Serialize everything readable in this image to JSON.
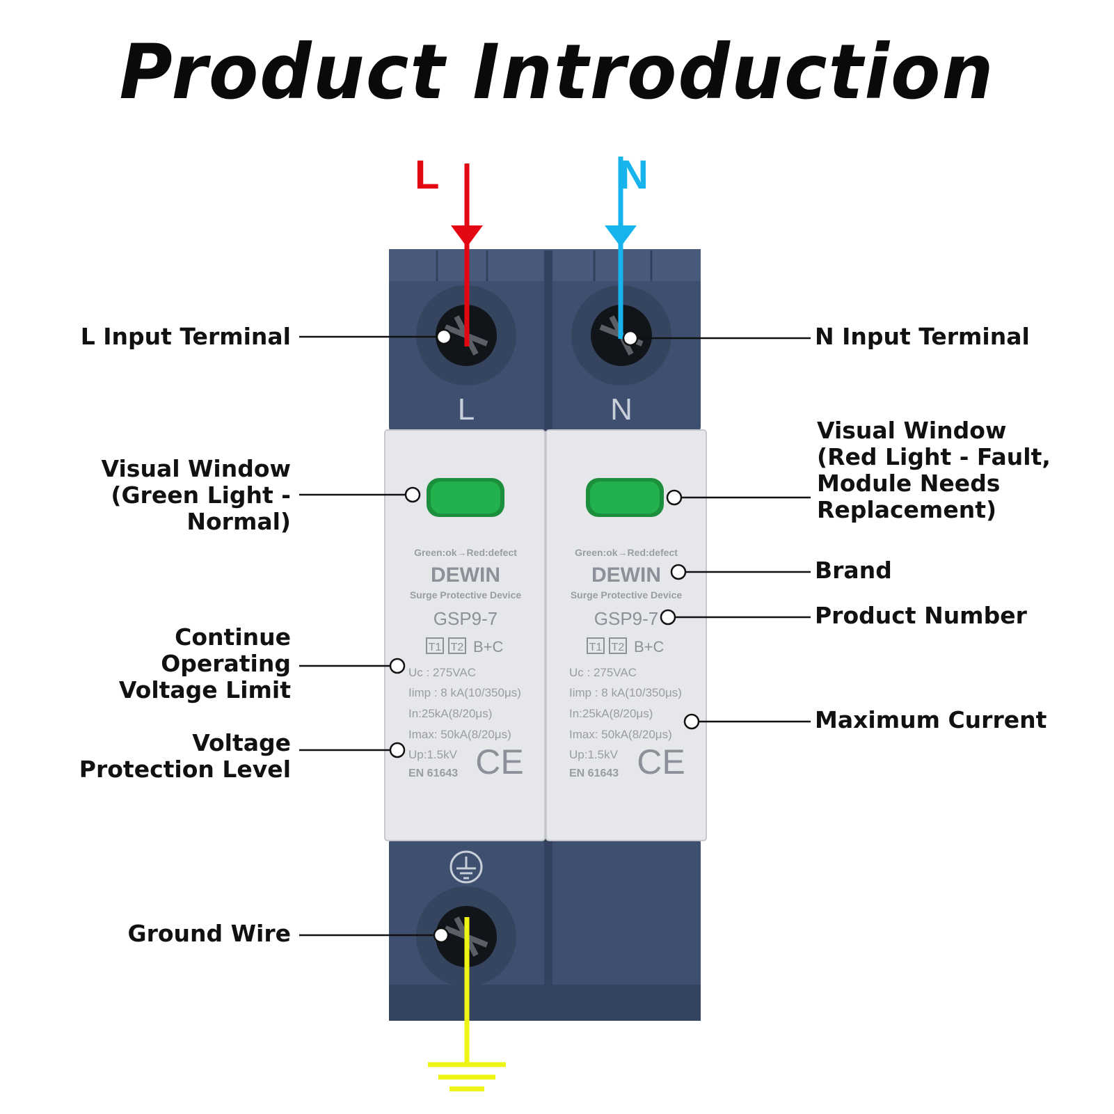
{
  "title": "Product Introduction",
  "phases": {
    "l": "L",
    "n": "N"
  },
  "colors": {
    "live": "#e30613",
    "neutral": "#17b3ec",
    "ground": "#eef514",
    "housing": "#3f4f6f",
    "module": "#e6e7ea",
    "indicator": "#22b14c"
  },
  "device": {
    "terminal_l": "L",
    "terminal_n": "N",
    "ground_icon": "ground-symbol-icon",
    "modules": [
      {
        "indicator_text": "Green:ok→Red:defect",
        "brand": "DEWIN",
        "subtitle": "Surge Protective Device",
        "model": "GSP9-7",
        "t1": "T1",
        "t2": "T2",
        "class": "B+C",
        "uc": "Uc : 275VAC",
        "iimp": "Iimp : 8 kA(10/350μs)",
        "in": "In:25kA(8/20μs)",
        "imax": "Imax: 50kA(8/20μs)",
        "up": "Up:1.5kV",
        "standard": "EN 61643",
        "ce": "CE"
      },
      {
        "indicator_text": "Green:ok→Red:defect",
        "brand": "DEWIN",
        "subtitle": "Surge Protective Device",
        "model": "GSP9-7",
        "t1": "T1",
        "t2": "T2",
        "class": "B+C",
        "uc": "Uc : 275VAC",
        "iimp": "Iimp : 8 kA(10/350μs)",
        "in": "In:25kA(8/20μs)",
        "imax": "Imax: 50kA(8/20μs)",
        "up": "Up:1.5kV",
        "standard": "EN 61643",
        "ce": "CE"
      }
    ]
  },
  "callouts": {
    "l_input": "L Input Terminal",
    "n_input": "N Input Terminal",
    "window_green": "Visual Window\n(Green Light -\nNormal)",
    "window_red": "Visual Window\n(Red Light - Fault,\nModule Needs\nReplacement)",
    "brand": "Brand",
    "product_number": "Product Number",
    "uc_limit": "Continue\nOperating\nVoltage Limit",
    "max_current": "Maximum Current",
    "protection_level": "Voltage\nProtection Level",
    "ground_wire": "Ground Wire"
  }
}
